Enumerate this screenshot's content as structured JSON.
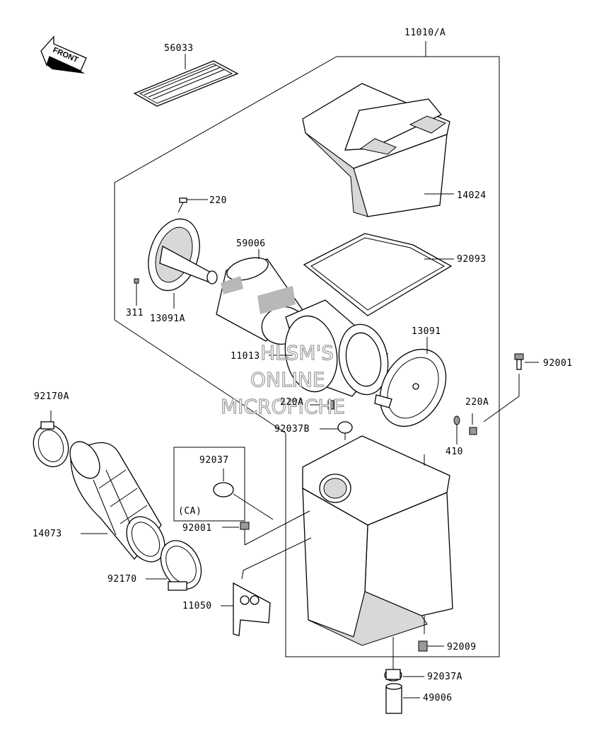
{
  "diagram": {
    "front_arrow_label": "FRONT",
    "watermark": [
      "HLSM'S",
      "ONLINE",
      "MICROFICHE"
    ],
    "labels": {
      "p11010a": "11010/A",
      "p56033": "56033",
      "p220_top": "220",
      "p14024": "14024",
      "p59006": "59006",
      "p92093": "92093",
      "p311": "311",
      "p13091a": "13091A",
      "p13091": "13091",
      "p11013": "11013",
      "p92001_right": "92001",
      "p92170a": "92170A",
      "p220a_left": "220A",
      "p220a_right": "220A",
      "p92037b": "92037B",
      "p410": "410",
      "p92037": "92037",
      "p_ca": "(CA)",
      "p14073": "14073",
      "p92001_left": "92001",
      "p92170": "92170",
      "p11050": "11050",
      "p92009": "92009",
      "p92037a": "92037A",
      "p49006": "49006"
    }
  }
}
